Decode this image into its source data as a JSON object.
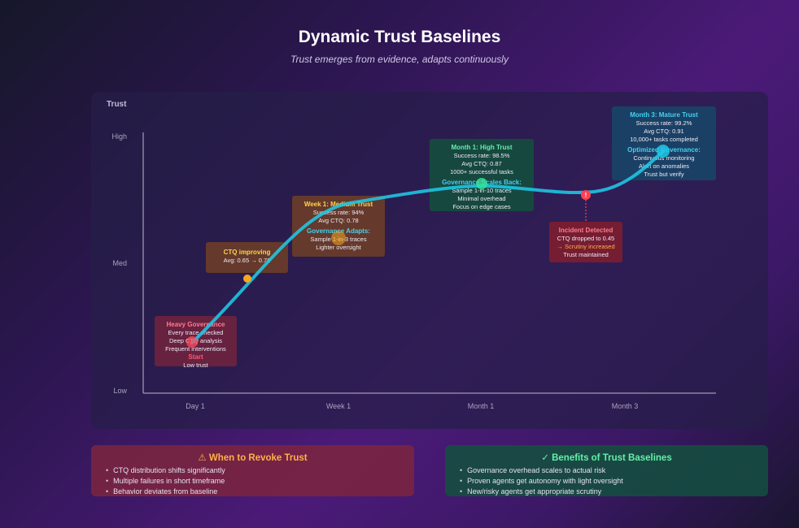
{
  "header": {
    "title": "Dynamic Trust Baselines",
    "subtitle": "Trust emerges from evidence, adapts continuously"
  },
  "chart": {
    "y_axis_title": "Trust",
    "y_levels": [
      "High",
      "Med",
      "Low"
    ],
    "x_labels": [
      "Day 1",
      "Week 1",
      "Month 1",
      "Month 3"
    ]
  },
  "boxes": {
    "heavy": {
      "title": "Heavy Governance",
      "lines": [
        "Every trace checked",
        "Deep CTQ analysis",
        "Frequent interventions"
      ],
      "start_label": "Start",
      "start_sub": "Low trust"
    },
    "ctq": {
      "title": "CTQ improving",
      "line": "Avg: 0.65 → 0.78"
    },
    "week1": {
      "title": "Week 1: Medium Trust",
      "lines": [
        "Success rate: 94%",
        "Avg CTQ: 0.78"
      ],
      "sub_title": "Governance Adapts:",
      "sub_lines": [
        "Sample 1-in-3 traces",
        "Lighter oversight"
      ]
    },
    "month1": {
      "title": "Month 1: High Trust",
      "lines": [
        "Success rate: 98.5%",
        "Avg CTQ: 0.87",
        "1000+ successful tasks"
      ],
      "sub_title": "Governance Scales Back:",
      "sub_lines": [
        "Sample 1-in-10 traces",
        "Minimal overhead",
        "Focus on edge cases"
      ]
    },
    "incident": {
      "marker": "!",
      "title": "Incident Detected",
      "line1": "CTQ dropped to 0.45",
      "line2": "→ Scrutiny increased",
      "line3": "Trust maintained"
    },
    "month3": {
      "title": "Month 3: Mature Trust",
      "lines": [
        "Success rate: 99.2%",
        "Avg CTQ: 0.91",
        "10,000+ tasks completed"
      ],
      "sub_title": "Optimized Governance:",
      "sub_lines": [
        "Continuous monitoring",
        "Alert on anomalies",
        "Trust but verify"
      ]
    }
  },
  "revoke": {
    "title": "⚠ When to Revoke Trust",
    "items": [
      "CTQ distribution shifts significantly",
      "Multiple failures in short timeframe",
      "Behavior deviates from baseline"
    ]
  },
  "benefits": {
    "title": "✓ Benefits of Trust Baselines",
    "items": [
      "Governance overhead scales to actual risk",
      "Proven agents get autonomy with light oversight",
      "New/risky agents get appropriate scrutiny"
    ]
  },
  "colors": {
    "curve": "#1ec8e6",
    "start_marker": "#ff4d5e",
    "ctq_marker": "#f5a623",
    "month1_marker": "#36e39a",
    "month3_marker": "#1ec8e6",
    "incident_marker": "#ff4050"
  }
}
